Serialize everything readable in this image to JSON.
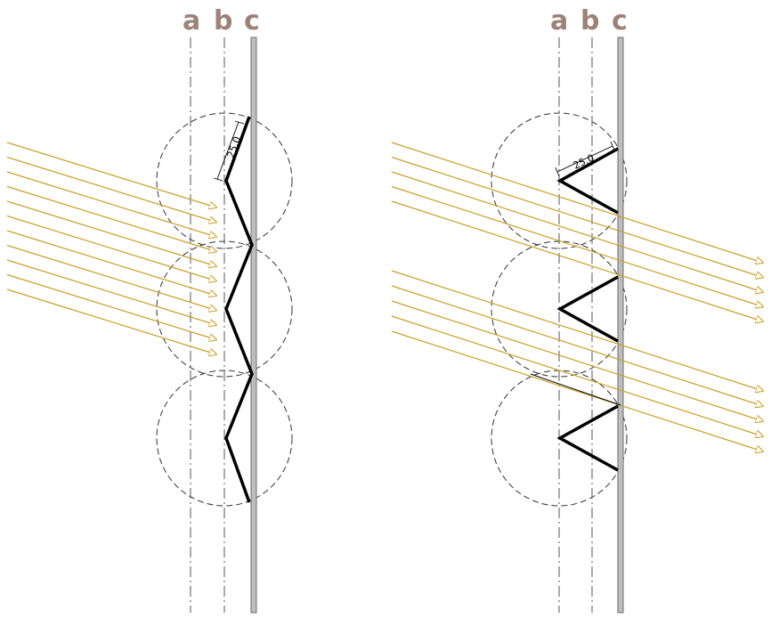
{
  "colors": {
    "label": "#9b8377",
    "ray": "#c8a028",
    "wall_fill": "#bdbdbd",
    "wall_stroke": "#6e6e6e",
    "zigzag": "#000000",
    "guide": "#555555"
  },
  "column_labels": [
    "a",
    "b",
    "c"
  ],
  "dimension_label": "25.0",
  "icons": {
    "ray_arrow": "hollow-triangle-arrowhead"
  }
}
